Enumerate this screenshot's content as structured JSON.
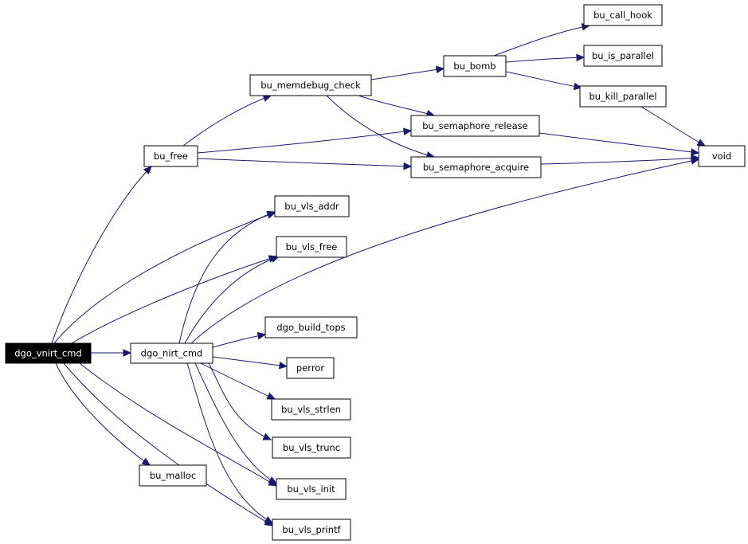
{
  "colors": {
    "edge": "#191970",
    "node_fill": "#ffffff",
    "node_border": "#000000",
    "root_fill": "#000000",
    "root_text": "#ffffff",
    "text": "#000000"
  },
  "nodes": {
    "dgo_vnirt_cmd": "dgo_vnirt_cmd",
    "dgo_nirt_cmd": "dgo_nirt_cmd",
    "bu_free": "bu_free",
    "bu_memdebug_check": "bu_memdebug_check",
    "bu_bomb": "bu_bomb",
    "bu_call_hook": "bu_call_hook",
    "bu_is_parallel": "bu_is_parallel",
    "bu_kill_parallel": "bu_kill_parallel",
    "bu_semaphore_release": "bu_semaphore_release",
    "bu_semaphore_acquire": "bu_semaphore_acquire",
    "void": "void",
    "bu_vls_addr": "bu_vls_addr",
    "bu_vls_free": "bu_vls_free",
    "dgo_build_tops": "dgo_build_tops",
    "perror": "perror",
    "bu_vls_strlen": "bu_vls_strlen",
    "bu_vls_trunc": "bu_vls_trunc",
    "bu_malloc": "bu_malloc",
    "bu_vls_init": "bu_vls_init",
    "bu_vls_printf": "bu_vls_printf"
  },
  "root": "dgo_vnirt_cmd",
  "edges": [
    [
      "dgo_vnirt_cmd",
      "bu_free"
    ],
    [
      "dgo_vnirt_cmd",
      "bu_vls_addr"
    ],
    [
      "dgo_vnirt_cmd",
      "bu_vls_free"
    ],
    [
      "dgo_vnirt_cmd",
      "dgo_nirt_cmd"
    ],
    [
      "dgo_vnirt_cmd",
      "bu_malloc"
    ],
    [
      "dgo_vnirt_cmd",
      "bu_vls_init"
    ],
    [
      "dgo_vnirt_cmd",
      "bu_vls_printf"
    ],
    [
      "bu_free",
      "bu_memdebug_check"
    ],
    [
      "bu_free",
      "bu_semaphore_release"
    ],
    [
      "bu_free",
      "bu_semaphore_acquire"
    ],
    [
      "bu_memdebug_check",
      "bu_bomb"
    ],
    [
      "bu_memdebug_check",
      "bu_semaphore_release"
    ],
    [
      "bu_memdebug_check",
      "bu_semaphore_acquire"
    ],
    [
      "bu_bomb",
      "bu_call_hook"
    ],
    [
      "bu_bomb",
      "bu_is_parallel"
    ],
    [
      "bu_bomb",
      "bu_kill_parallel"
    ],
    [
      "bu_kill_parallel",
      "void"
    ],
    [
      "bu_semaphore_release",
      "void"
    ],
    [
      "bu_semaphore_acquire",
      "void"
    ],
    [
      "dgo_nirt_cmd",
      "bu_vls_addr"
    ],
    [
      "dgo_nirt_cmd",
      "bu_vls_free"
    ],
    [
      "dgo_nirt_cmd",
      "void"
    ],
    [
      "dgo_nirt_cmd",
      "dgo_build_tops"
    ],
    [
      "dgo_nirt_cmd",
      "perror"
    ],
    [
      "dgo_nirt_cmd",
      "bu_vls_strlen"
    ],
    [
      "dgo_nirt_cmd",
      "bu_vls_trunc"
    ],
    [
      "dgo_nirt_cmd",
      "bu_vls_init"
    ],
    [
      "dgo_nirt_cmd",
      "bu_vls_printf"
    ]
  ]
}
